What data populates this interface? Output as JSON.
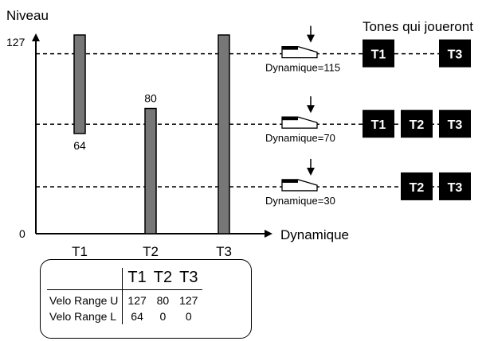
{
  "axis": {
    "y_label": "Niveau",
    "x_label": "Dynamique",
    "y_max_label": "127",
    "origin_label": "0"
  },
  "header": {
    "tones_title": "Tones qui joueront"
  },
  "bars": [
    {
      "name": "T1",
      "low": 64,
      "high": 127,
      "low_label": "64",
      "high_label": ""
    },
    {
      "name": "T2",
      "low": 0,
      "high": 80,
      "low_label": "",
      "high_label": "80"
    },
    {
      "name": "T3",
      "low": 0,
      "high": 127,
      "low_label": "",
      "high_label": ""
    }
  ],
  "levels": [
    {
      "velocity": 115,
      "label": "Dynamique=115",
      "tones": [
        "T1",
        "",
        "T3"
      ]
    },
    {
      "velocity": 70,
      "label": "Dynamique=70",
      "tones": [
        "T1",
        "T2",
        "T3"
      ]
    },
    {
      "velocity": 30,
      "label": "Dynamique=30",
      "tones": [
        "",
        "T2",
        "T3"
      ]
    }
  ],
  "table": {
    "columns": [
      "T1",
      "T2",
      "T3"
    ],
    "rows": [
      {
        "label": "Velo Range U",
        "values": [
          "127",
          "80",
          "127"
        ]
      },
      {
        "label": "Velo Range L",
        "values": [
          "64",
          "0",
          "0"
        ]
      }
    ]
  },
  "colors": {
    "bar_fill": "#777777",
    "tile_fill": "#000000",
    "tile_text": "#ffffff"
  }
}
